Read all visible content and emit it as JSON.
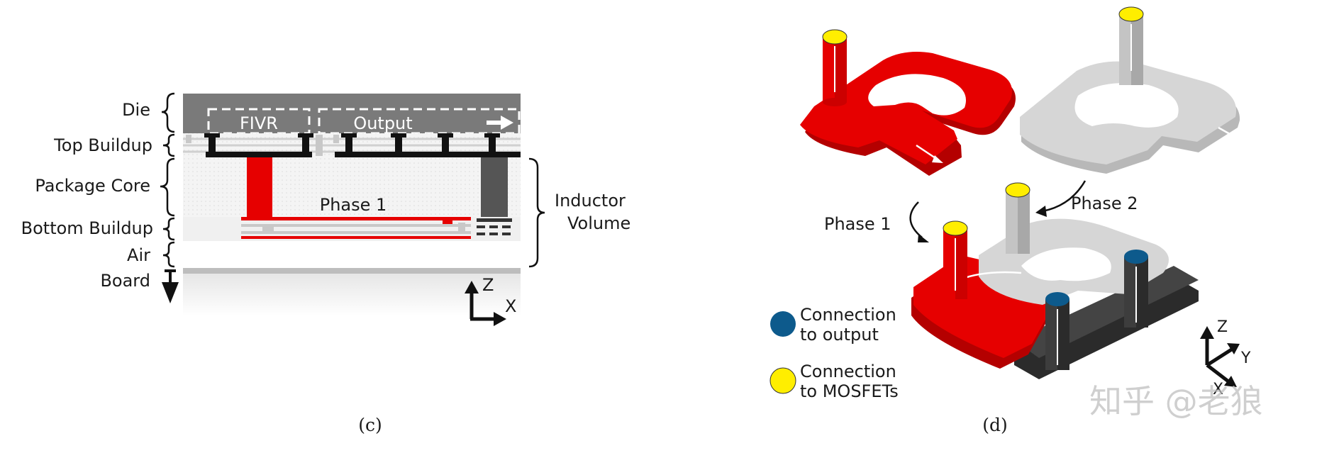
{
  "panel_c": {
    "layers": [
      "Die",
      "Top Buildup",
      "Package Core",
      "Bottom Buildup",
      "Air",
      "Board"
    ],
    "fivr_label": "FIVR",
    "output_label": "Output",
    "phase_label": "Phase 1",
    "inductor_line1": "Inductor",
    "inductor_line2": "Volume",
    "axis_z": "Z",
    "axis_x": "X",
    "caption": "(c)"
  },
  "panel_d": {
    "phase1_label": "Phase 1",
    "phase2_label": "Phase 2",
    "legend": [
      {
        "line1": "Connection",
        "line2": "to output",
        "color": "#0d5a8c"
      },
      {
        "line1": "Connection",
        "line2": "to MOSFETs",
        "color": "#ffee00"
      }
    ],
    "axis_z": "Z",
    "axis_y": "Y",
    "axis_x": "X",
    "watermark": "知乎 @老狼",
    "caption": "(d)"
  },
  "colors": {
    "red": "#e60000",
    "die_gray": "#7a7a7a",
    "dark_gray": "#3a3a3a",
    "light_gray": "#d6d6d6"
  }
}
